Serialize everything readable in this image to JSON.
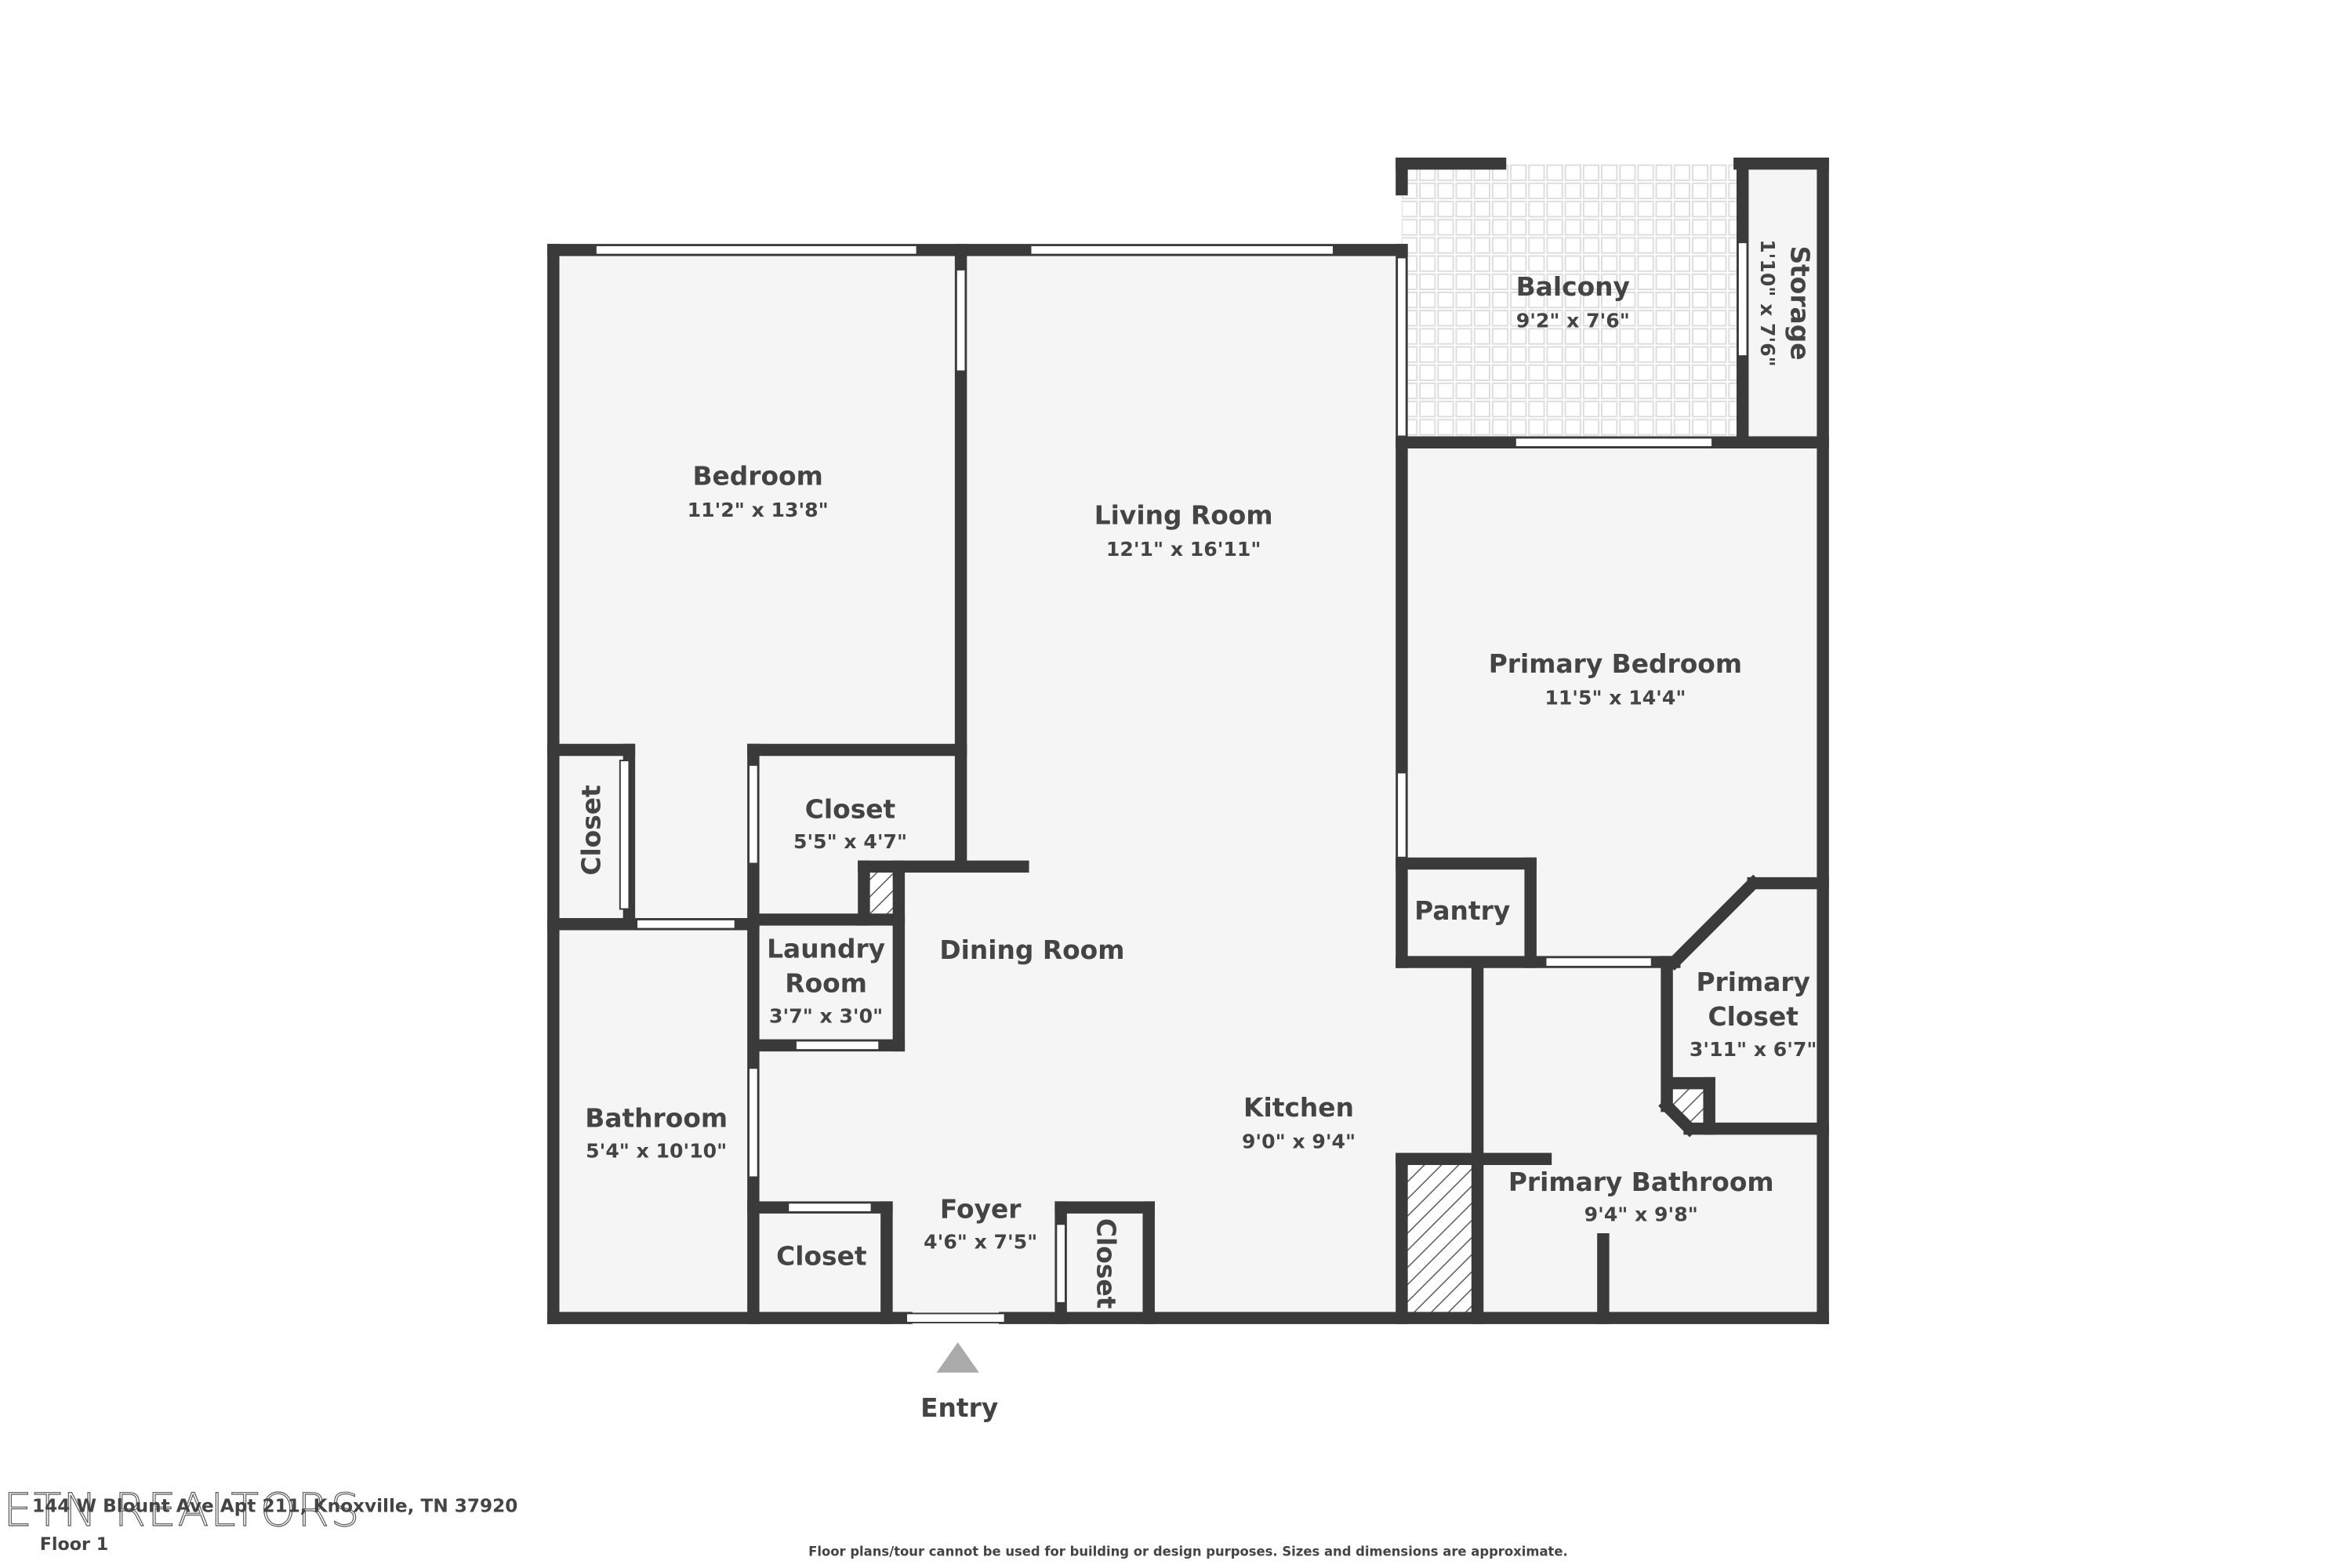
{
  "rooms": {
    "bedroom": {
      "name": "Bedroom",
      "dim": "11'2\" x 13'8\""
    },
    "living": {
      "name": "Living Room",
      "dim": "12'1\" x 16'11\""
    },
    "balcony": {
      "name": "Balcony",
      "dim": "9'2\" x 7'6\""
    },
    "storage": {
      "name": "Storage",
      "dim": "1'10\" x 7'6\""
    },
    "primary_bedroom": {
      "name": "Primary Bedroom",
      "dim": "11'5\" x 14'4\""
    },
    "closet_left": {
      "name": "Closet"
    },
    "closet_mid": {
      "name": "Closet",
      "dim": "5'5\" x 4'7\""
    },
    "laundry": {
      "name1": "Laundry",
      "name2": "Room",
      "dim": "3'7\" x 3'0\""
    },
    "dining": {
      "name": "Dining Room"
    },
    "pantry": {
      "name": "Pantry"
    },
    "primary_closet": {
      "name1": "Primary",
      "name2": "Closet",
      "dim": "3'11\" x 6'7\""
    },
    "kitchen": {
      "name": "Kitchen",
      "dim": "9'0\" x 9'4\""
    },
    "bathroom": {
      "name": "Bathroom",
      "dim": "5'4\" x 10'10\""
    },
    "primary_bathroom": {
      "name": "Primary Bathroom",
      "dim": "9'4\" x 9'8\""
    },
    "foyer": {
      "name": "Foyer",
      "dim": "4'6\" x 7'5\""
    },
    "closet_bath": {
      "name": "Closet"
    },
    "closet_foyer": {
      "name": "Closet"
    }
  },
  "entry": {
    "label": "Entry"
  },
  "footer": {
    "address": "144 W Blount Ave Apt 211, Knoxville, TN 37920",
    "floor": "Floor 1",
    "disclaimer": "Floor plans/tour cannot be used for building or design purposes. Sizes and dimensions are approximate.",
    "watermark": "ETN REALTORS"
  }
}
